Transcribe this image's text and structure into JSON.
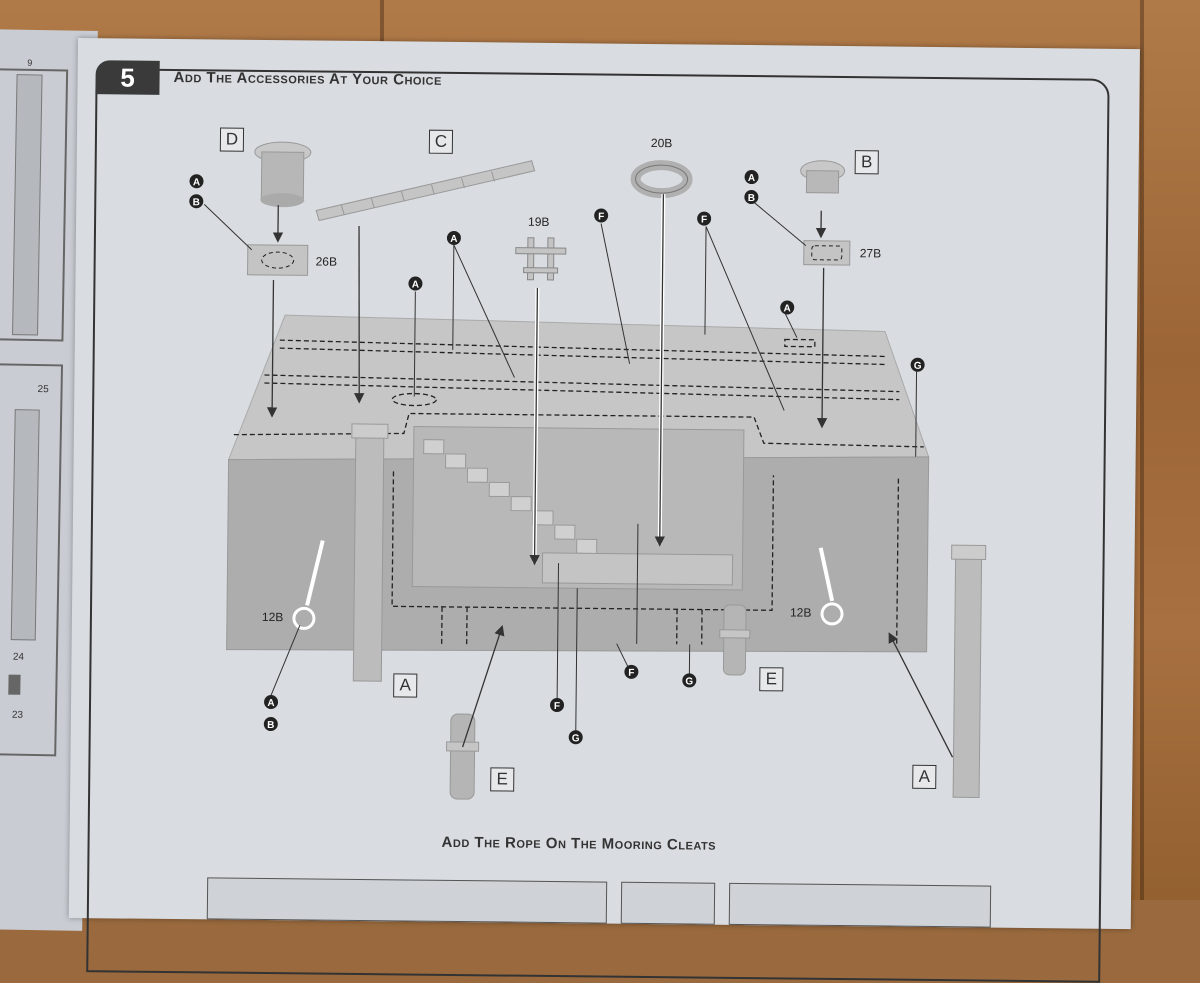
{
  "step": {
    "number": "5",
    "title": "Add The Accessories At Your Choice"
  },
  "section_2": {
    "title": "Add The Rope On The Mooring Cleats"
  },
  "part_boxes": {
    "d": "D",
    "c": "C",
    "b": "B",
    "a_left": "A",
    "a_right": "A",
    "e_center": "E",
    "e_bottom": "E"
  },
  "part_numbers": {
    "p26": "26B",
    "p20": "20B",
    "p19": "19B",
    "p27": "27B",
    "p12_left": "12B",
    "p12_right": "12B"
  },
  "glue_markers": {
    "a": "A",
    "b": "B",
    "f": "F",
    "g": "G"
  },
  "sprue_numbers": {
    "n9": "9",
    "n25": "25",
    "n24": "24",
    "n23": "23"
  },
  "colors": {
    "paper": "#d9dce0",
    "part_gray": "#b3b3b3",
    "ink": "#333333"
  }
}
